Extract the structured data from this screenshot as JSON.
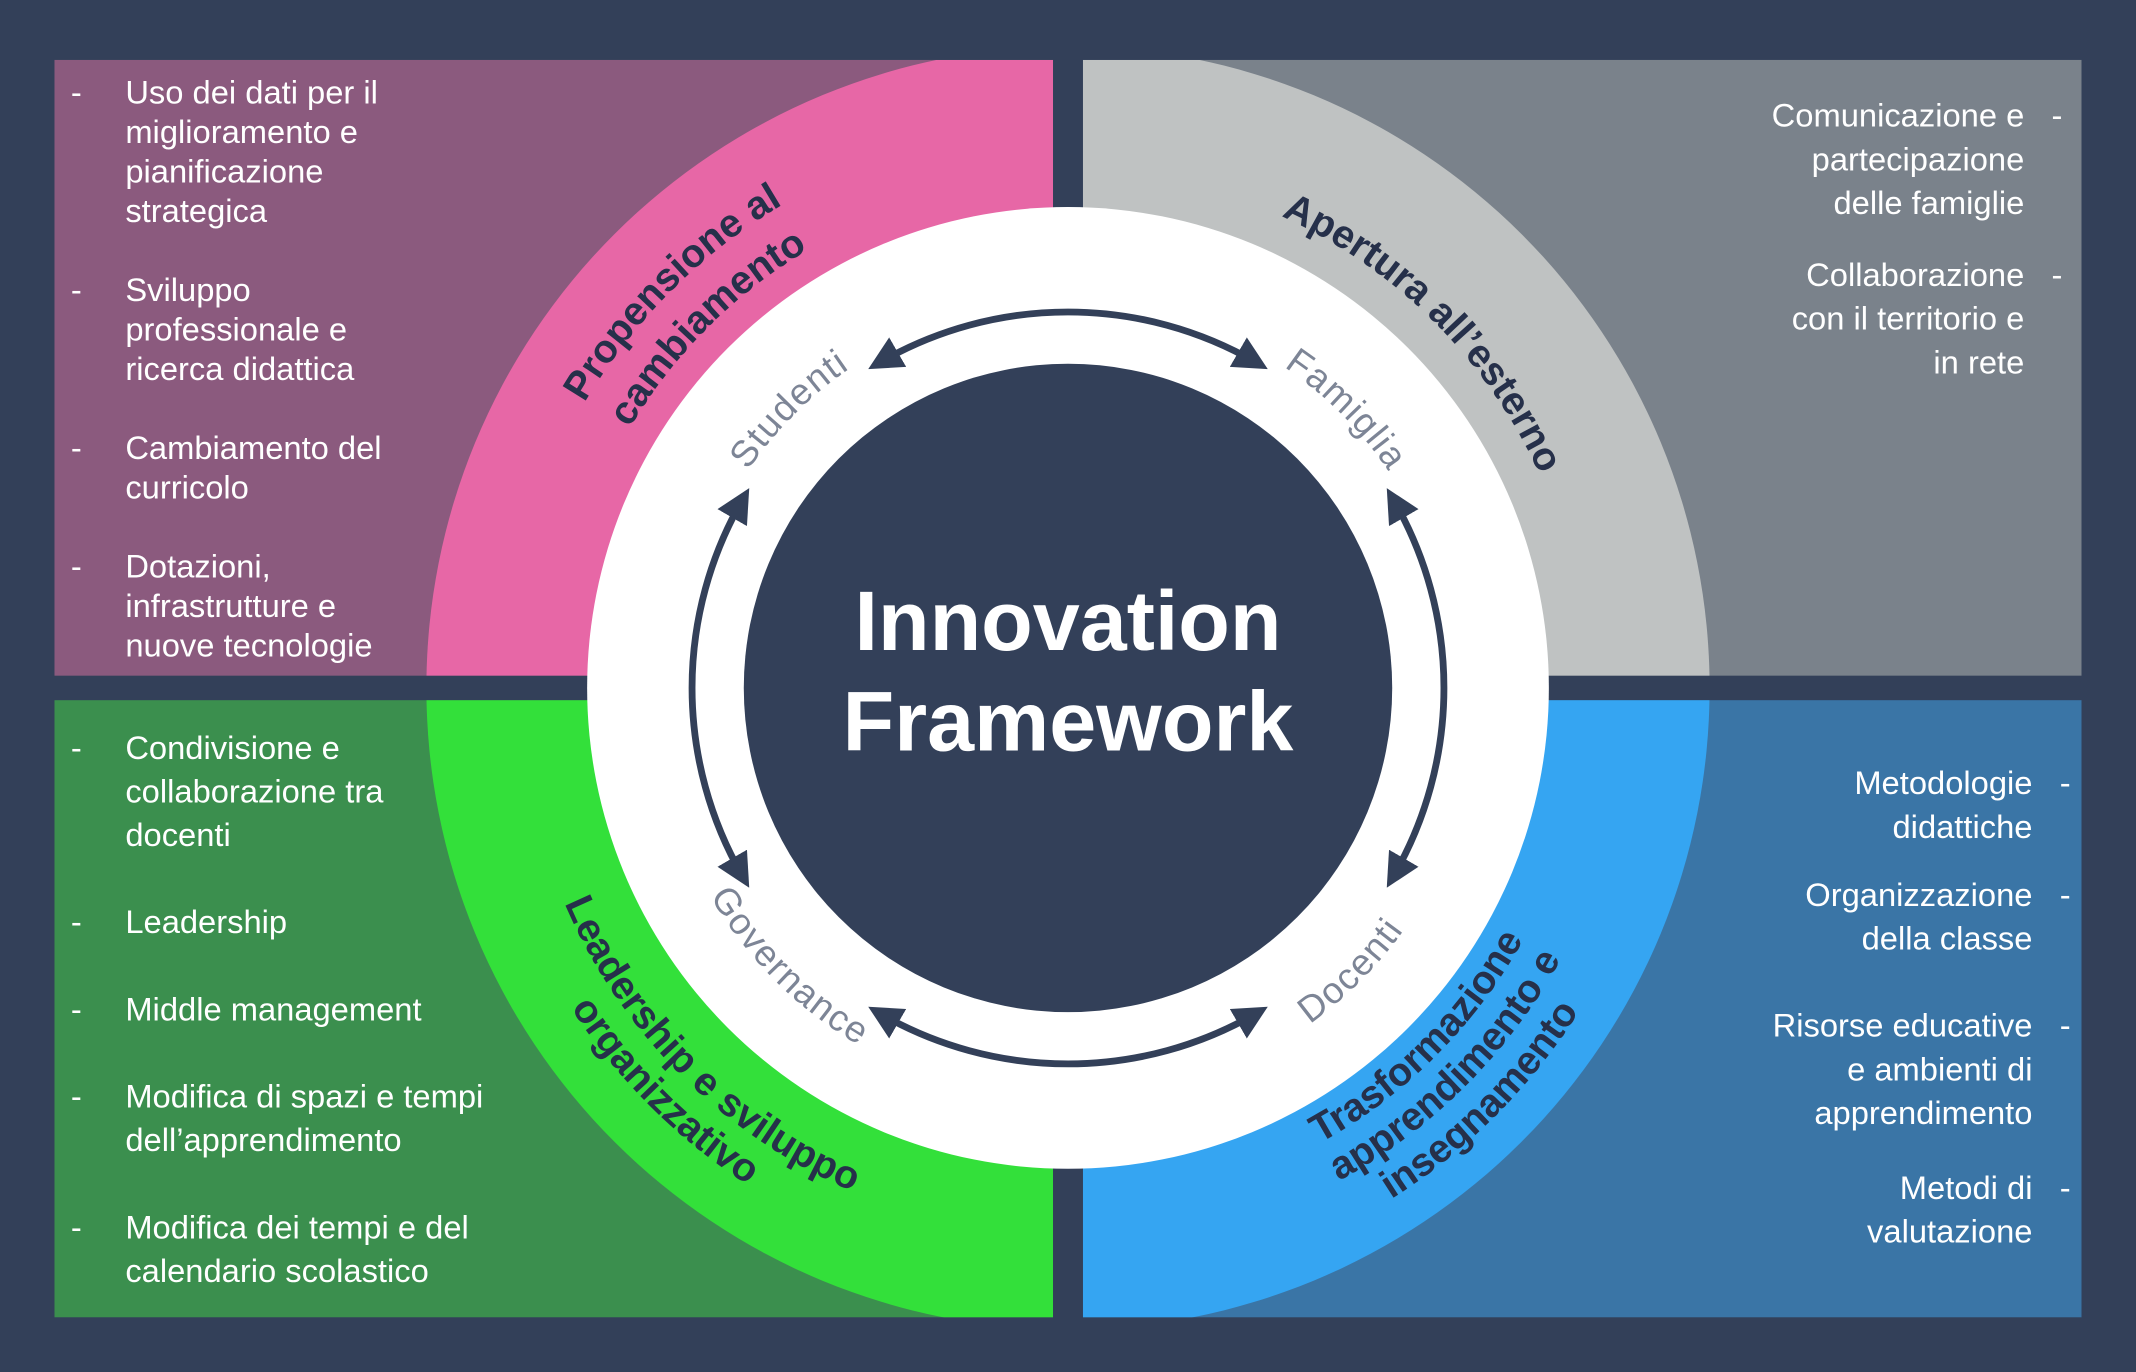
{
  "center_title": {
    "line1": "Innovation",
    "line2": "Framework"
  },
  "colors": {
    "background": "#334059",
    "tl_box": "#8b5a7e",
    "tl_ring": "#e767a6",
    "tr_box": "#7a828b",
    "tr_ring": "#bfc2c2",
    "bl_box": "#3b8f4e",
    "bl_ring": "#33e03a",
    "br_box": "#3a75a6",
    "br_ring": "#35a5f2"
  },
  "quadrants": {
    "top_left": {
      "title_lines": [
        "Propensione al",
        "cambiamento"
      ],
      "inner_label": "Studenti",
      "items": [
        "Uso dei dati per il\nmiglioramento e\npianificazione\nstrategica",
        "Sviluppo\nprofessionale e\nricerca didattica",
        "Cambiamento del\ncurricolo",
        "Dotazioni,\ninfrastrutture e\nnuove tecnologie"
      ]
    },
    "top_right": {
      "title_lines": [
        "Apertura all’esterno"
      ],
      "inner_label": "Famiglia",
      "items": [
        "Comunicazione e\npartecipazione\ndelle famiglie",
        "Collaborazione\ncon il territorio e\nin rete"
      ]
    },
    "bottom_left": {
      "title_lines": [
        "Leadership e sviluppo",
        "organizzativo"
      ],
      "inner_label": "Governance",
      "items": [
        "Condivisione e\ncollaborazione tra\ndocenti",
        "Leadership",
        "Middle management",
        "Modifica di spazi e tempi\ndell’apprendimento",
        "Modifica dei tempi e del\ncalendario scolastico"
      ]
    },
    "bottom_right": {
      "title_lines": [
        "Trasformazione",
        "apprendimento e",
        "insegnamento"
      ],
      "inner_label": "Docenti",
      "items": [
        "Metodologie\ndidattiche",
        "Organizzazione\ndella classe",
        "Risorse educative\ne ambienti di\napprendimento",
        "Metodi di\nvalutazione"
      ]
    }
  },
  "dash": "-"
}
